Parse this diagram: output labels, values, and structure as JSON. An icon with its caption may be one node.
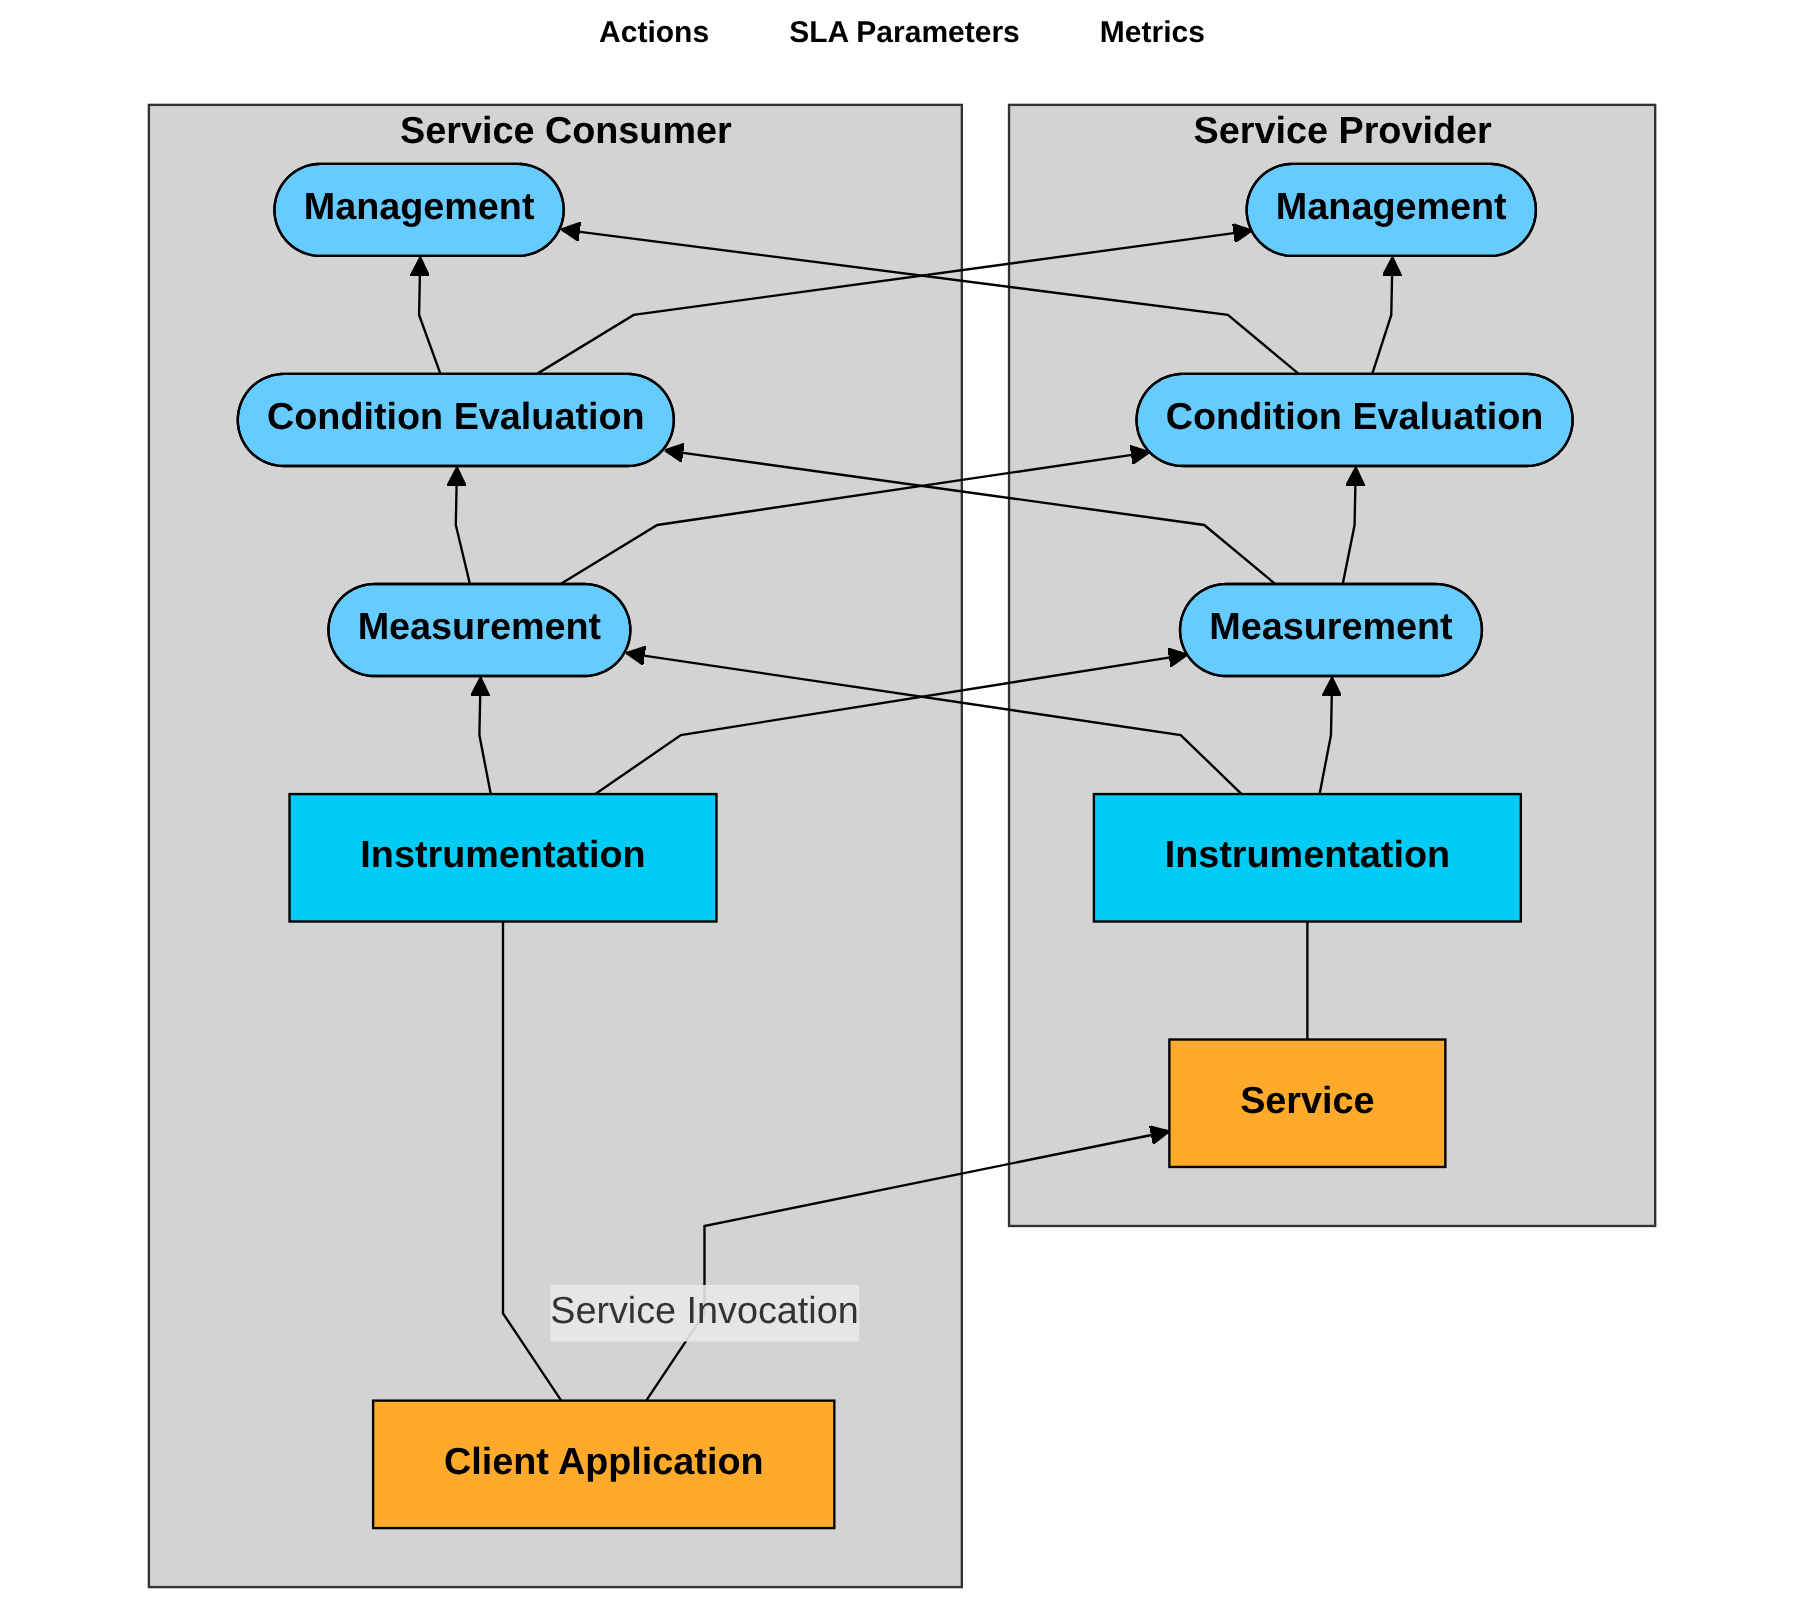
{
  "diagram": {
    "nodes": [
      {
        "text": [
          "Service Consumer"
        ]
      },
      {
        "text": [
          "Management"
        ],
        "in": 0
      },
      {
        "text": [
          "Condition Evaluation"
        ],
        "in": 0
      },
      {
        "text": [
          "Measurement"
        ],
        "in": 0
      },
      {
        "text": [
          "Instrumentation"
        ],
        "in": 0
      },
      {
        "text": [
          "Client Application"
        ],
        "in": 0
      },
      {
        "text": [
          "Service Provider"
        ]
      },
      {
        "text": [
          "Management"
        ],
        "in": 6
      },
      {
        "text": [
          "Condition Evaluation"
        ],
        "in": 6
      },
      {
        "text": [
          "Measurement"
        ],
        "in": 6
      },
      {
        "text": [
          "Instrumentation"
        ],
        "in": 6
      },
      {
        "text": [
          "Service"
        ],
        "in": 6
      }
    ],
    "edges": [
      {
        "from": 2,
        "to": 1,
        "arrow": "to"
      },
      {
        "from": 2,
        "to": 7,
        "arrow": "to"
      },
      {
        "from": 8,
        "to": 7,
        "arrow": "to"
      },
      {
        "from": 8,
        "to": 1,
        "arrow": "to"
      },
      {
        "from": 3,
        "to": 2,
        "arrow": "to"
      },
      {
        "from": 3,
        "to": 8,
        "arrow": "to"
      },
      {
        "from": 9,
        "to": 8,
        "arrow": "to"
      },
      {
        "from": 9,
        "to": 2,
        "arrow": "to"
      },
      {
        "from": 4,
        "to": 3,
        "arrow": "to"
      },
      {
        "from": 4,
        "to": 9,
        "arrow": "to"
      },
      {
        "from": 10,
        "to": 9,
        "arrow": "to"
      },
      {
        "from": 10,
        "to": 3,
        "arrow": "to"
      },
      {
        "from": 5,
        "to": 4,
        "arrow": "none"
      },
      {
        "from": 11,
        "to": 10,
        "arrow": "none"
      },
      {
        "from": 5,
        "to": 11,
        "arrow": "to",
        "label": "Service Invocation"
      }
    ],
    "labels": [
      "Actions",
      "SLA Parameters",
      "Metrics"
    ]
  }
}
